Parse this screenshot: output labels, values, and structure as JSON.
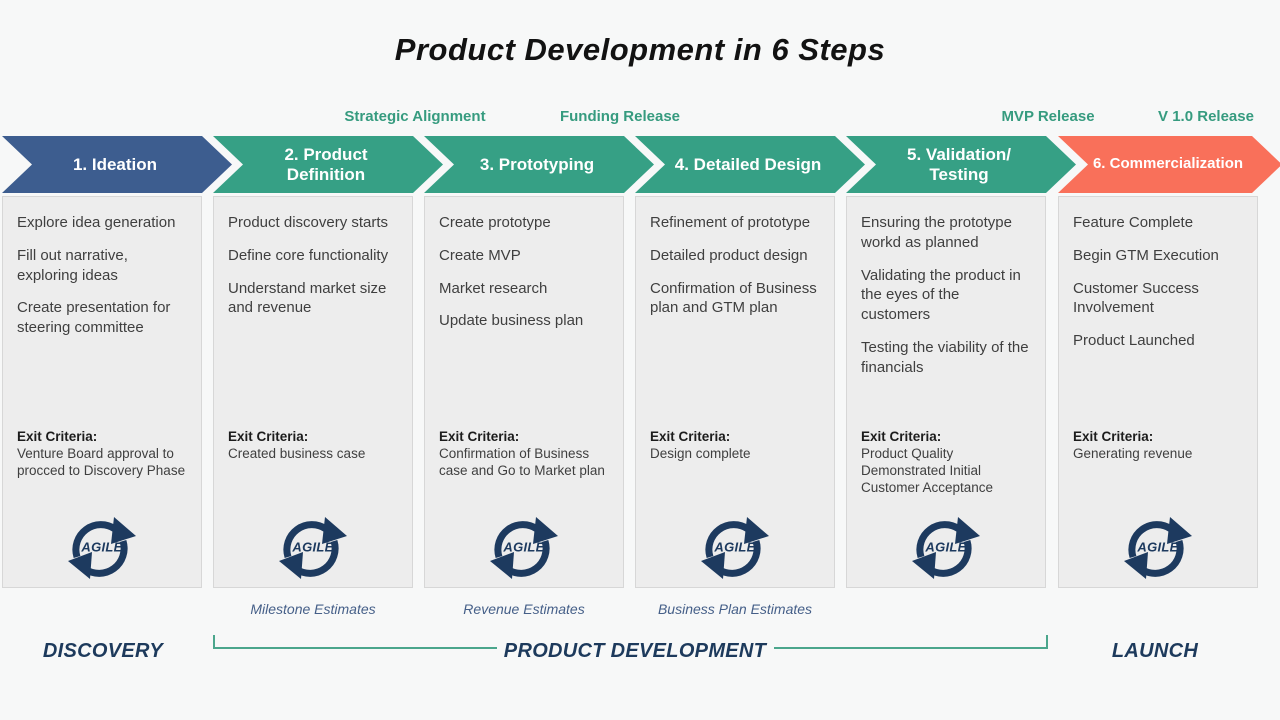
{
  "title": "Product Development in 6 Steps",
  "labels": {
    "exit_criteria": "Exit Criteria:",
    "agile": "AGILE"
  },
  "colors": {
    "stage_blue": "#3d5d8f",
    "stage_green": "#36a085",
    "stage_coral": "#f9705a",
    "teal_label": "#369b7f",
    "navy_text": "#1d3a5c",
    "estimate_blue": "#455f88",
    "card_bg": "#ededed",
    "background": "#f7f8f8"
  },
  "top_milestones": [
    {
      "label": "Strategic Alignment"
    },
    {
      "label": "Funding Release"
    },
    {
      "label": "MVP Release"
    },
    {
      "label": "V 1.0 Release"
    }
  ],
  "stages": [
    {
      "header": "1. Ideation",
      "color": "#3d5d8f",
      "items": [
        "Explore idea generation",
        "Fill out narrative, exploring ideas",
        "Create presentation for steering committee"
      ],
      "exit_text": "Venture Board approval to procced to Discovery Phase"
    },
    {
      "header": "2. Product Definition",
      "color": "#36a085",
      "items": [
        "Product discovery starts",
        "Define core functionality",
        "Understand market size and revenue"
      ],
      "exit_text": "Created business case"
    },
    {
      "header": "3. Prototyping",
      "color": "#36a085",
      "items": [
        "Create prototype",
        "Create MVP",
        "Market research",
        "Update business plan"
      ],
      "exit_text": "Confirmation of Business case and Go to Market plan"
    },
    {
      "header": "4. Detailed Design",
      "color": "#36a085",
      "items": [
        "Refinement of prototype",
        "Detailed product design",
        "Confirmation of Business plan and GTM plan"
      ],
      "exit_text": "Design complete"
    },
    {
      "header": "5. Validation/ Testing",
      "color": "#36a085",
      "items": [
        "Ensuring the prototype workd as planned",
        "Validating the product in the eyes of the customers",
        "Testing the viability of the financials"
      ],
      "exit_text": "Product Quality Demonstrated Initial Customer Acceptance"
    },
    {
      "header": "6. Commercialization",
      "color": "#f9705a",
      "items": [
        "Feature Complete",
        "Begin GTM Execution",
        "Customer Success Involvement",
        "Product Launched"
      ],
      "exit_text": "Generating revenue"
    }
  ],
  "estimates": [
    {
      "label": "Milestone Estimates"
    },
    {
      "label": "Revenue Estimates"
    },
    {
      "label": "Business Plan Estimates"
    }
  ],
  "phases": [
    {
      "label": "DISCOVERY"
    },
    {
      "label": "PRODUCT DEVELOPMENT"
    },
    {
      "label": "LAUNCH"
    }
  ]
}
